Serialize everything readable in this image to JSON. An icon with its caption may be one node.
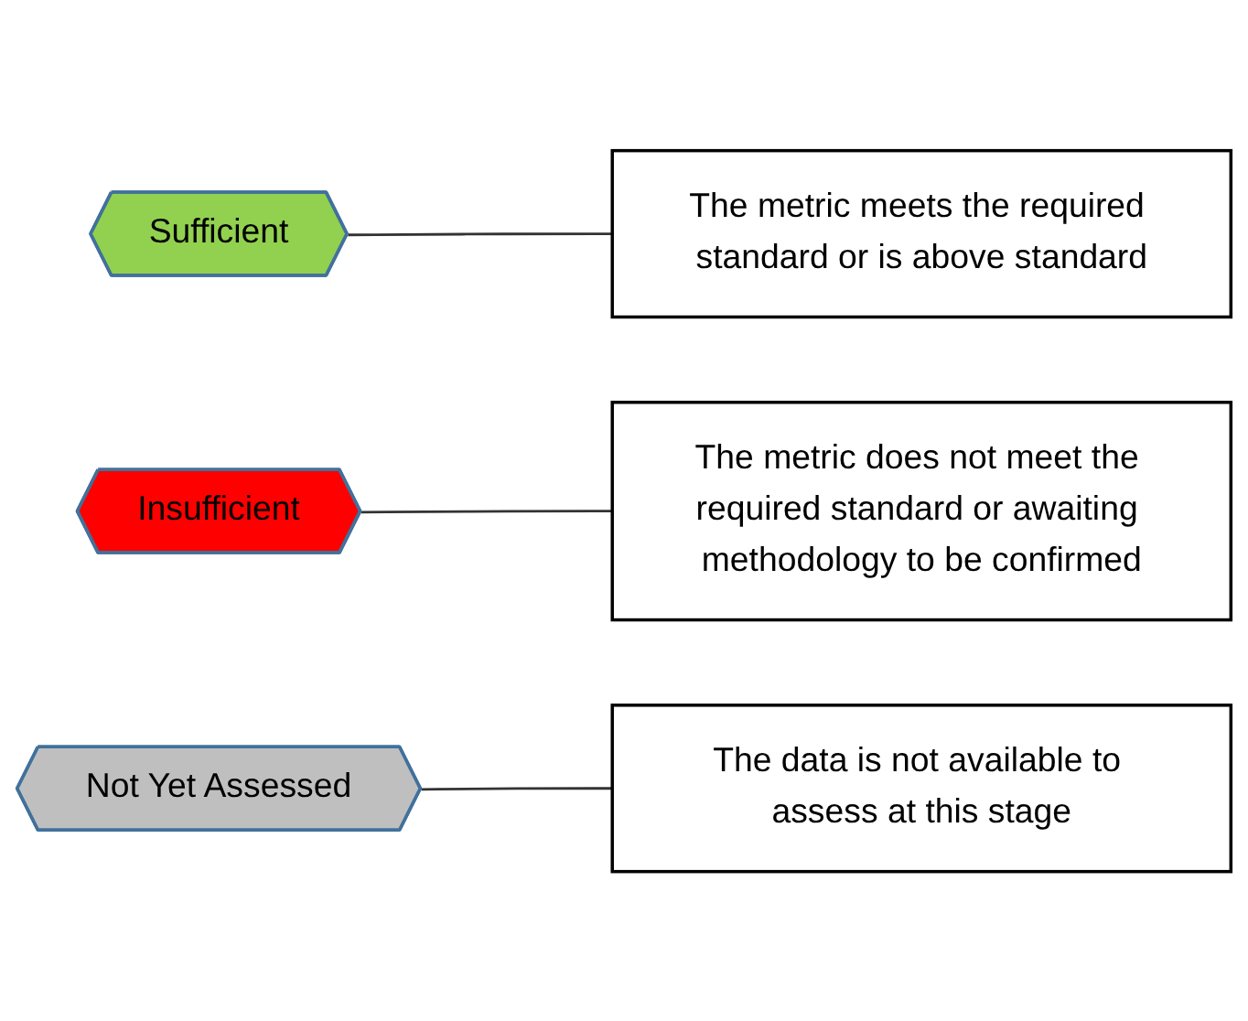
{
  "diagram": {
    "nodes": [
      {
        "text": [
          "Sufficient"
        ]
      },
      {
        "text": [
          "The metric meets the required standard or is above standard"
        ]
      },
      {
        "text": [
          "Insufficient"
        ]
      },
      {
        "text": [
          "The metric does not meet the required standard or awaiting methodology to be confirmed"
        ]
      },
      {
        "text": [
          "Not Yet Assessed"
        ]
      },
      {
        "text": [
          "The data is not available to assess at this stage"
        ]
      }
    ],
    "edges": [
      {
        "from": 0,
        "to": 1,
        "arrow": "none"
      },
      {
        "from": 2,
        "to": 3,
        "arrow": "none"
      },
      {
        "from": 4,
        "to": 5,
        "arrow": "none"
      }
    ]
  }
}
